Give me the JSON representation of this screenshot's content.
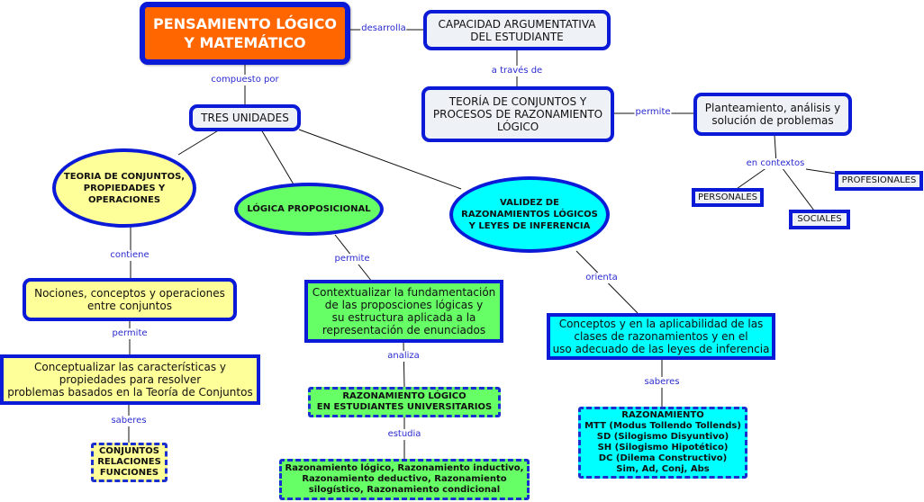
{
  "map": {
    "root": "PENSAMIENTO LÓGICO\nY MATEMÁTICO",
    "capacidad": "CAPACIDAD ARGUMENTATIVA\nDEL ESTUDIANTE",
    "teoria_procesos": "TEORÍA DE CONJUNTOS Y\nPROCESOS DE RAZONAMIENTO\nLÓGICO",
    "planteamiento": "Planteamiento, análisis y\nsolución de problemas",
    "personales": "PERSONALES",
    "sociales": "SOCIALES",
    "profesionales": "PROFESIONALES",
    "tres_unidades": "TRES UNIDADES",
    "unidad_conjuntos": "TEORIA DE CONJUNTOS,\nPROPIEDADES Y\nOPERACIONES",
    "unidad_logica": "LÓGICA PROPOSICIONAL",
    "unidad_validez": "VALIDEZ DE\nRAZONAMIENTOS LÓGICOS\nY LEYES DE INFERENCIA",
    "nociones": "Nociones, conceptos y operaciones\nentre conjuntos",
    "conceptualizar": "Conceptualizar las características y\npropiedades para resolver\nproblemas basados en la Teoría de Conjuntos",
    "conjuntos_saberes": "CONJUNTOS\nRELACIONES\nFUNCIONES",
    "contextualizar": "Contextualizar la fundamentación\nde las proposciones lógicas y\nsu estructura aplicada a la\nrepresentación de enunciados",
    "razonamiento_estudiantes": "RAZONAMIENTO LÓGICO\nEN ESTUDIANTES UNIVERSITARIOS",
    "tipos_razonamiento": "Razonamiento lógico, Razonamiento inductivo,\nRazonamiento deductivo, Razonamiento\nsilogístico, Razonamiento condicional",
    "conceptos_aplicabilidad": "Conceptos y en la aplicabilidad de las\nclases de razonamientos y en el\nuso adecuado de las leyes de inferencia",
    "razonamiento_leyes": "RAZONAMIENTO\nMTT (Modus Tollendo Tollends)\nSD (Silogismo Disyuntivo)\nSH (Silogismo Hipotético)\nDC (Dilema Constructivo)\nSim, Ad, Conj, Abs"
  },
  "links": {
    "desarrolla": "desarrolla",
    "a_traves_de": "a través de",
    "permite_1": "permite",
    "en_contextos": "en contextos",
    "compuesto_por": "compuesto por",
    "contiene": "contiene",
    "permite_2": "permite",
    "saberes_1": "saberes",
    "permite_3": "permite",
    "analiza": "analiza",
    "estudia": "estudia",
    "orienta": "orienta",
    "saberes_2": "saberes"
  },
  "colors": {
    "border": "#0b1ad6",
    "root_fill": "#ff6600",
    "yellow_fill": "#ffff99",
    "green_fill": "#66ff66",
    "cyan_fill": "#00ffff",
    "neutral_fill": "#eef2f6",
    "link_label": "#2a2ad0"
  }
}
